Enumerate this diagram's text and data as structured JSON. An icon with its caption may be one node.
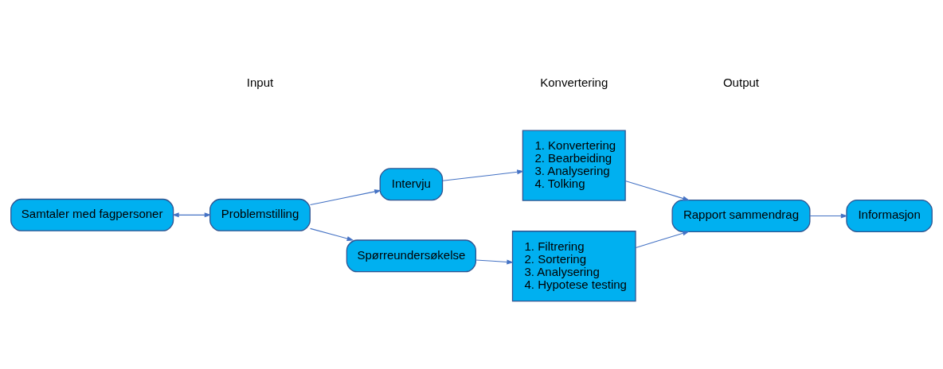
{
  "diagram": {
    "nodes": [
      {
        "text": [
          "Samtaler med fagpersoner"
        ]
      },
      {
        "text": [
          "Problemstilling"
        ]
      },
      {
        "text": [
          "Intervju"
        ]
      },
      {
        "text": [
          "Spørreundersøkelse"
        ]
      },
      {
        "text": [
          "1. Konvertering",
          "2. Bearbeiding",
          "3. Analysering",
          "4. Tolking"
        ]
      },
      {
        "text": [
          "1. Filtrering",
          "2. Sortering",
          "3. Analysering",
          "4. Hypotese testing"
        ]
      },
      {
        "text": [
          "Rapport sammendrag"
        ]
      },
      {
        "text": [
          "Informasjon"
        ]
      }
    ],
    "edges": [
      {
        "from": 0,
        "to": 1,
        "arrow": "both"
      },
      {
        "from": 1,
        "to": 2,
        "arrow": "to"
      },
      {
        "from": 1,
        "to": 3,
        "arrow": "to"
      },
      {
        "from": 2,
        "to": 4,
        "arrow": "to"
      },
      {
        "from": 3,
        "to": 5,
        "arrow": "to"
      },
      {
        "from": 4,
        "to": 6,
        "arrow": "to"
      },
      {
        "from": 5,
        "to": 6,
        "arrow": "to"
      },
      {
        "from": 6,
        "to": 7,
        "arrow": "to"
      }
    ],
    "labels": [
      "Input",
      "Konvertering",
      "Output"
    ]
  }
}
